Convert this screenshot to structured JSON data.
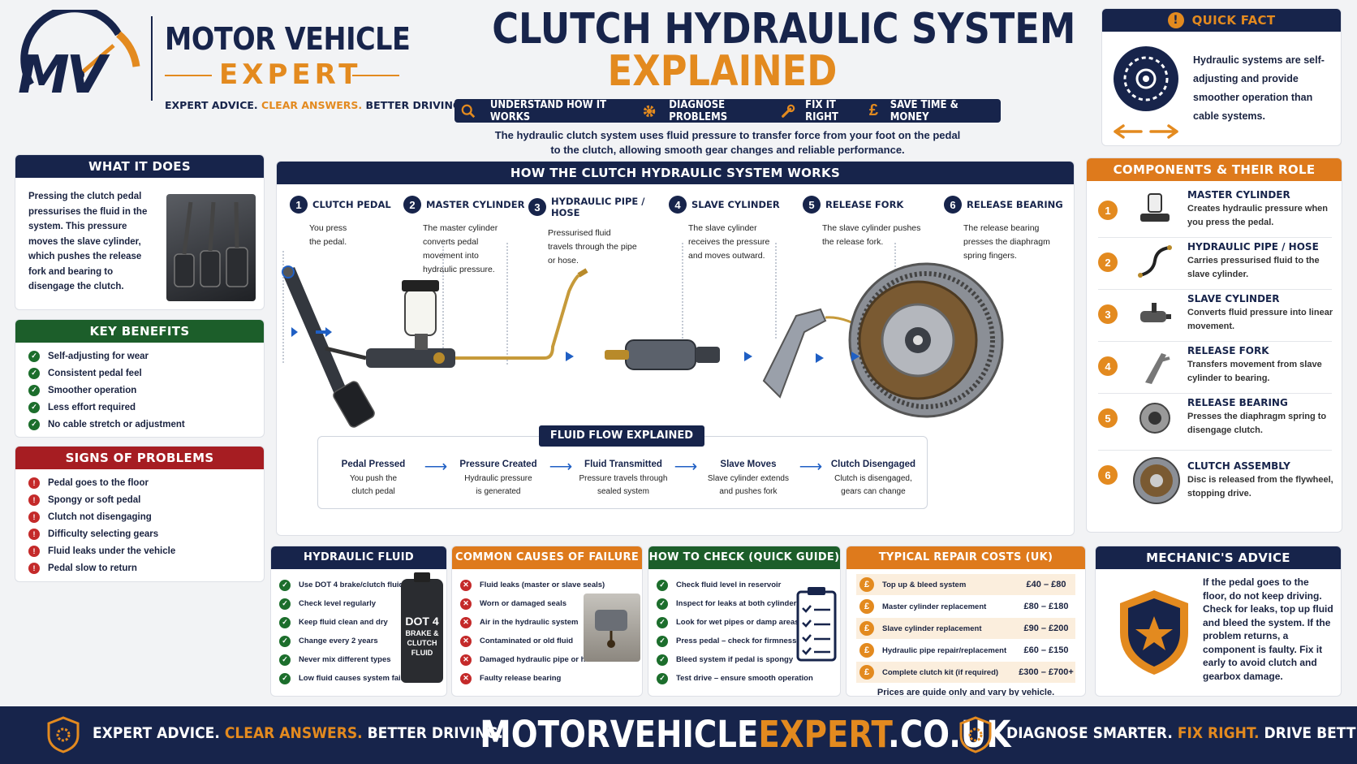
{
  "brand": {
    "logo_letters": "MV",
    "name_line1": "MOTOR VEHICLE",
    "name_line2": "EXPERT",
    "tagline_part1": "EXPERT ADVICE.",
    "tagline_part2": "CLEAR ANSWERS.",
    "tagline_part3": "BETTER DRIVING."
  },
  "title": {
    "line1": "CLUTCH HYDRAULIC SYSTEM",
    "line2": "EXPLAINED",
    "subtitle_line1": "The hydraulic clutch system uses fluid pressure to transfer force from your foot on the pedal",
    "subtitle_line2": "to the clutch, allowing smooth gear changes and reliable performance."
  },
  "ribbon": [
    {
      "label": "UNDERSTAND HOW IT WORKS",
      "icon": "magnifier-icon"
    },
    {
      "label": "DIAGNOSE PROBLEMS",
      "icon": "gear-icon"
    },
    {
      "label": "FIX IT RIGHT",
      "icon": "wrench-icon"
    },
    {
      "label": "SAVE TIME & MONEY",
      "icon": "pound-icon"
    }
  ],
  "quick_fact": {
    "title": "QUICK FACT",
    "text": "Hydraulic systems are self-adjusting and provide smoother operation than cable systems."
  },
  "what_it_does": {
    "title": "WHAT IT DOES",
    "text": "Pressing the clutch pedal pressurises the fluid in the system. This pressure moves the slave cylinder, which pushes the release fork and bearing to disengage the clutch."
  },
  "key_benefits": {
    "title": "KEY BENEFITS",
    "items": [
      "Self-adjusting for wear",
      "Consistent pedal feel",
      "Smoother operation",
      "Less effort required",
      "No cable stretch or adjustment"
    ]
  },
  "signs": {
    "title": "SIGNS OF PROBLEMS",
    "items": [
      "Pedal goes to the floor",
      "Spongy or soft pedal",
      "Clutch not disengaging",
      "Difficulty selecting gears",
      "Fluid leaks under the vehicle",
      "Pedal slow to return"
    ]
  },
  "how_it_works": {
    "title": "HOW THE CLUTCH HYDRAULIC SYSTEM WORKS",
    "steps": [
      {
        "n": "1",
        "title": "CLUTCH PEDAL",
        "desc": "You press the pedal."
      },
      {
        "n": "2",
        "title": "MASTER CYLINDER",
        "desc": "The master cylinder converts pedal movement into hydraulic pressure."
      },
      {
        "n": "3",
        "title": "HYDRAULIC PIPE / HOSE",
        "desc": "Pressurised fluid travels through the pipe or hose."
      },
      {
        "n": "4",
        "title": "SLAVE CYLINDER",
        "desc": "The slave cylinder receives the pressure and moves outward."
      },
      {
        "n": "5",
        "title": "RELEASE FORK",
        "desc": "The slave cylinder pushes the release fork."
      },
      {
        "n": "6",
        "title": "RELEASE BEARING",
        "desc": "The release bearing presses the diaphragm spring fingers."
      }
    ]
  },
  "fluid_flow": {
    "title": "FLUID FLOW EXPLAINED",
    "steps": [
      {
        "title": "Pedal Pressed",
        "desc": "You push the clutch pedal"
      },
      {
        "title": "Pressure Created",
        "desc": "Hydraulic pressure is generated"
      },
      {
        "title": "Fluid Transmitted",
        "desc": "Pressure travels through sealed system"
      },
      {
        "title": "Slave Moves",
        "desc": "Slave cylinder extends and pushes fork"
      },
      {
        "title": "Clutch Disengaged",
        "desc": "Clutch is disengaged, gears can change"
      }
    ]
  },
  "components": {
    "title": "COMPONENTS & THEIR ROLE",
    "items": [
      {
        "n": "1",
        "name": "MASTER CYLINDER",
        "desc": "Creates hydraulic pressure when you press the pedal."
      },
      {
        "n": "2",
        "name": "HYDRAULIC PIPE / HOSE",
        "desc": "Carries pressurised fluid to the slave cylinder."
      },
      {
        "n": "3",
        "name": "SLAVE CYLINDER",
        "desc": "Converts fluid pressure into linear movement."
      },
      {
        "n": "4",
        "name": "RELEASE FORK",
        "desc": "Transfers movement from slave cylinder to bearing."
      },
      {
        "n": "5",
        "name": "RELEASE BEARING",
        "desc": "Presses the diaphragm spring to disengage clutch."
      },
      {
        "n": "6",
        "name": "CLUTCH ASSEMBLY",
        "desc": "Disc is released from the flywheel, stopping drive."
      }
    ]
  },
  "fluid_info": {
    "title": "HYDRAULIC FLUID INFORMATION",
    "items": [
      "Use DOT 4 brake/clutch fluid",
      "Check level regularly",
      "Keep fluid clean and dry",
      "Change every 2 years",
      "Never mix different types",
      "Low fluid causes system failure"
    ],
    "bottle_label": "DOT 4",
    "bottle_sub1": "BRAKE &",
    "bottle_sub2": "CLUTCH",
    "bottle_sub3": "FLUID"
  },
  "causes": {
    "title": "COMMON CAUSES OF FAILURE",
    "items": [
      "Fluid leaks (master or slave seals)",
      "Worn or damaged seals",
      "Air in the hydraulic system",
      "Contaminated or old fluid",
      "Damaged hydraulic pipe or hose",
      "Faulty release bearing"
    ]
  },
  "check": {
    "title": "HOW TO CHECK (QUICK GUIDE)",
    "items": [
      "Check fluid level in reservoir",
      "Inspect for leaks at both cylinders",
      "Look for wet pipes or damp areas",
      "Press pedal – check for firmness",
      "Bleed system if pedal is spongy",
      "Test drive – ensure smooth operation"
    ]
  },
  "costs": {
    "title": "TYPICAL REPAIR COSTS (UK)",
    "currency_symbol": "£",
    "items": [
      {
        "label": "Top up & bleed system",
        "price": "£40 – £80"
      },
      {
        "label": "Master cylinder replacement",
        "price": "£80 – £180"
      },
      {
        "label": "Slave cylinder replacement",
        "price": "£90 – £200"
      },
      {
        "label": "Hydraulic pipe repair/replacement",
        "price": "£60 – £150"
      },
      {
        "label": "Complete clutch kit (if required)",
        "price": "£300 – £700+"
      }
    ],
    "note": "Prices are guide only and vary by vehicle."
  },
  "advice": {
    "title": "MECHANIC'S ADVICE",
    "text": "If the pedal goes to the floor, do not keep driving. Check for leaks, top up fluid and bleed the system. If the problem returns, a component is faulty. Fix it early to avoid clutch and gearbox damage."
  },
  "footer": {
    "left_part1": "EXPERT ADVICE.",
    "left_part2": "CLEAR ANSWERS.",
    "left_part3": "BETTER DRIVING.",
    "site_part1": "MOTORVEHICLE",
    "site_part2": "EXPERT",
    "site_part3": ".CO.UK",
    "right_part1": "DIAGNOSE SMARTER.",
    "right_part2": "FIX RIGHT.",
    "right_part3": "DRIVE BETTER."
  },
  "colors": {
    "navy": "#17244b",
    "orange": "#de7a1c",
    "green": "#1c5e2a",
    "red": "#a61d22",
    "flow_blue": "#1f5fc4"
  }
}
